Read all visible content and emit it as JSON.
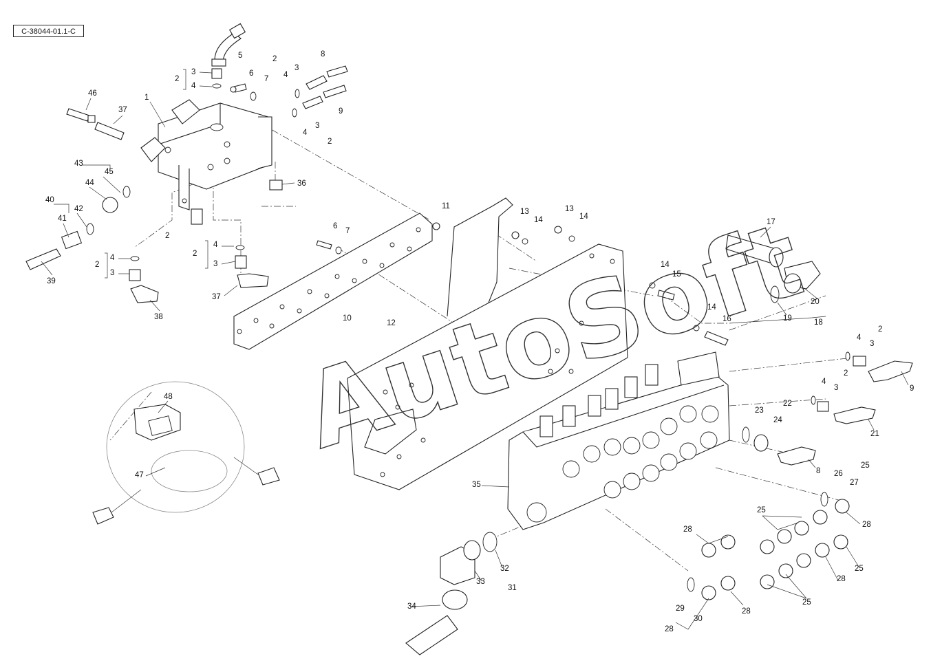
{
  "drawing_code": "C-38044-01.1-C",
  "watermark": "AutoSoft",
  "callouts": [
    "1",
    "2",
    "3",
    "4",
    "5",
    "6",
    "7",
    "8",
    "9",
    "10",
    "11",
    "12",
    "13",
    "14",
    "15",
    "16",
    "17",
    "18",
    "19",
    "20",
    "21",
    "22",
    "23",
    "24",
    "25",
    "26",
    "27",
    "28",
    "29",
    "30",
    "31",
    "32",
    "33",
    "34",
    "35",
    "36",
    "37",
    "38",
    "39",
    "40",
    "41",
    "42",
    "43",
    "44",
    "45",
    "46",
    "47",
    "48"
  ]
}
